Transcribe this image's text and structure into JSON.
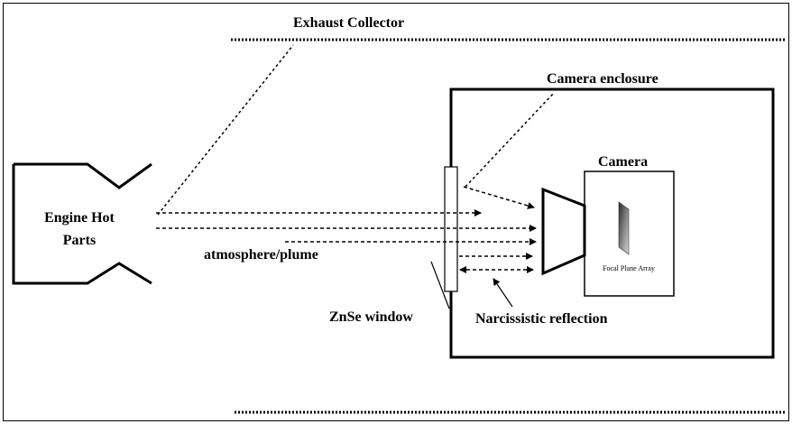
{
  "labels": {
    "exhaust_collector": "Exhaust Collector",
    "camera_enclosure": "Camera enclosure",
    "camera": "Camera",
    "engine_line1": "Engine Hot",
    "engine_line2": "Parts",
    "atmosphere": "atmosphere/plume",
    "znse_window": "ZnSe window",
    "narcissistic": "Narcissistic reflection",
    "focal_plane_array": "Focal Plane Array"
  }
}
